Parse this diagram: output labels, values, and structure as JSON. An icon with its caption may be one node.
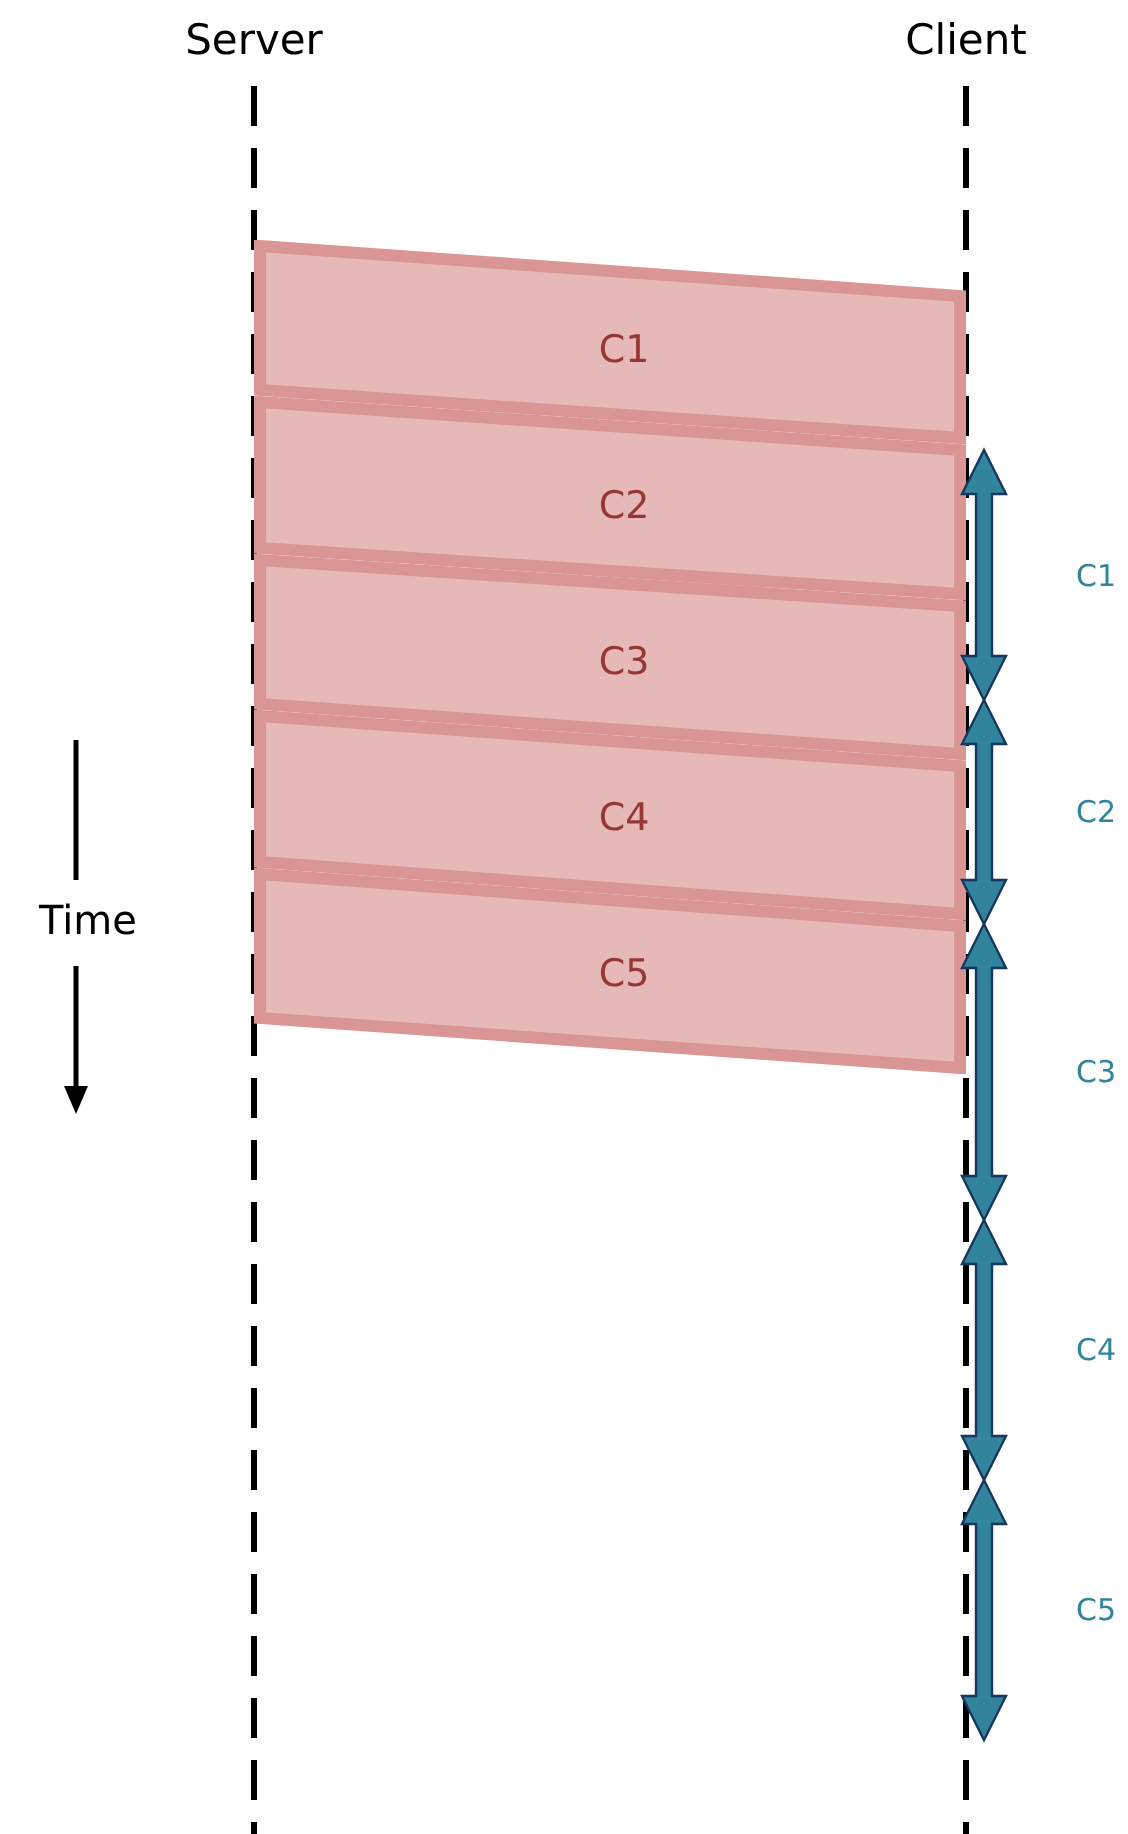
{
  "diagram": {
    "nodes": [
      {
        "text": [
          "C1"
        ]
      },
      {
        "text": [
          "C2"
        ]
      },
      {
        "text": [
          "C3"
        ]
      },
      {
        "text": [
          "C4"
        ]
      },
      {
        "text": [
          "C5"
        ]
      },
      {
        "text": [],
        "shape": "arrow",
        "beside": [
          "C1"
        ]
      },
      {
        "text": [],
        "shape": "arrow",
        "beside": [
          "C2"
        ]
      },
      {
        "text": [],
        "shape": "arrow",
        "beside": [
          "C3"
        ]
      },
      {
        "text": [],
        "shape": "arrow",
        "beside": [
          "C4"
        ]
      },
      {
        "text": [],
        "shape": "arrow",
        "beside": [
          "C5"
        ]
      }
    ],
    "labels": [
      "Server",
      "Client",
      "Time"
    ]
  }
}
